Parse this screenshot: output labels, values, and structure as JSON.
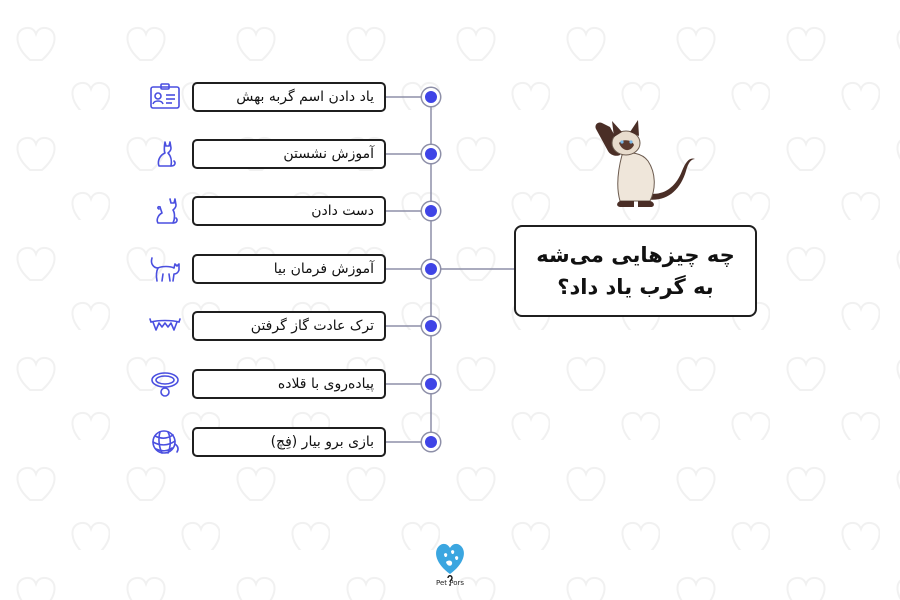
{
  "title_lines": [
    "چه چیزهایی می‌شه",
    "به گرب یاد داد؟"
  ],
  "items": [
    {
      "label": "یاد دادن اسم گربه بهش",
      "icon": "id-card-icon"
    },
    {
      "label": "آموزش نشستن",
      "icon": "sitting-cat-icon"
    },
    {
      "label": "دست دادن",
      "icon": "cat-paw-raise-icon"
    },
    {
      "label": "آموزش فرمان بیا",
      "icon": "walking-cat-icon"
    },
    {
      "label": "ترک عادت گاز گرفتن",
      "icon": "cat-teeth-icon"
    },
    {
      "label": "پیاده‌روی با قلاده",
      "icon": "collar-icon"
    },
    {
      "label": "بازی برو بیار (فِچ)",
      "icon": "yarn-ball-icon"
    }
  ],
  "logo": {
    "text": "Pet Pors"
  },
  "colors": {
    "accent": "#3f44e6",
    "icon_stroke": "#4a4fe0",
    "border": "#1f1f1f"
  }
}
